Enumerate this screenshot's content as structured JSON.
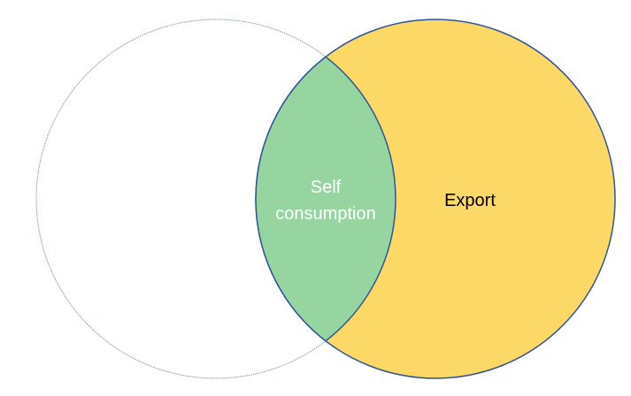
{
  "labels": {
    "overlap_line1": "Self",
    "overlap_line2": "consumption",
    "right": "Export"
  },
  "colors": {
    "right_fill": "#FCD866",
    "overlap_fill": "#96D5A0",
    "outline": "#2F5597",
    "left_outline": "#8497B0",
    "overlap_text": "#FFFFFF",
    "right_text": "#000000"
  }
}
